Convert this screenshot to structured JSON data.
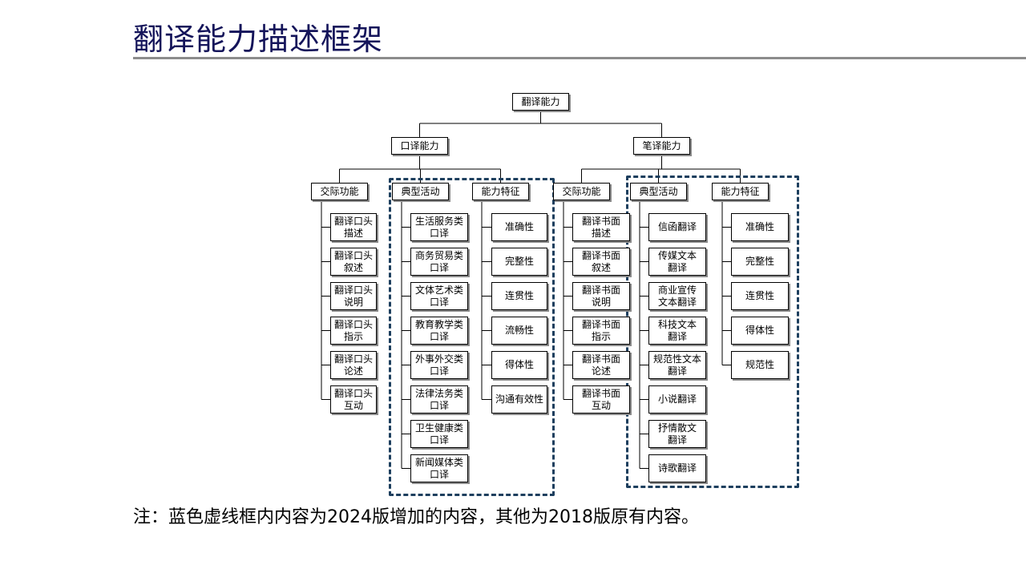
{
  "title": "翻译能力描述框架",
  "note": "注：蓝色虚线框内内容为2024版增加的内容，其他为2018版原有内容。",
  "root": {
    "label": "翻译能力"
  },
  "branches": [
    {
      "label": "口译能力",
      "categories": [
        {
          "label": "交际功能",
          "items": [
            "翻译口头\n描述",
            "翻译口头\n叙述",
            "翻译口头\n说明",
            "翻译口头\n指示",
            "翻译口头\n论述",
            "翻译口头\n互动"
          ]
        },
        {
          "label": "典型活动",
          "items": [
            "生活服务类\n口译",
            "商务贸易类\n口译",
            "文体艺术类\n口译",
            "教育教学类\n口译",
            "外事外交类\n口译",
            "法律法务类\n口译",
            "卫生健康类\n口译",
            "新闻媒体类\n口译"
          ]
        },
        {
          "label": "能力特征",
          "items": [
            "准确性",
            "完整性",
            "连贯性",
            "流畅性",
            "得体性",
            "沟通有效性"
          ]
        }
      ]
    },
    {
      "label": "笔译能力",
      "categories": [
        {
          "label": "交际功能",
          "items": [
            "翻译书面\n描述",
            "翻译书面\n叙述",
            "翻译书面\n说明",
            "翻译书面\n指示",
            "翻译书面\n论述",
            "翻译书面\n互动"
          ]
        },
        {
          "label": "典型活动",
          "items": [
            "信函翻译",
            "传媒文本\n翻译",
            "商业宣传\n文本翻译",
            "科技文本\n翻译",
            "规范性文本\n翻译",
            "小说翻译",
            "抒情散文\n翻译",
            "诗歌翻译"
          ]
        },
        {
          "label": "能力特征",
          "items": [
            "准确性",
            "完整性",
            "连贯性",
            "得体性",
            "规范性"
          ]
        }
      ]
    }
  ],
  "colors": {
    "title": "#14145a",
    "dashed_frame": "#1d3f5e",
    "rule": "#8c8c8c"
  }
}
